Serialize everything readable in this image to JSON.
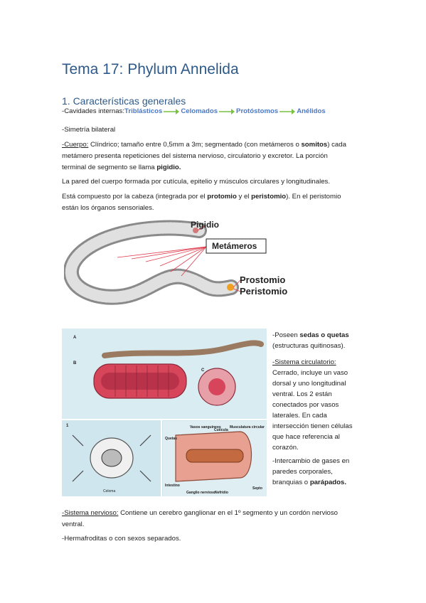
{
  "title": "Tema 17: Phylum Annelida",
  "section": "1. Características generales",
  "cavidades": {
    "label": "-Cavidades internas: ",
    "steps": [
      "Triblásticos",
      "Celomados",
      "Protóstomos",
      "Anélidos"
    ]
  },
  "simetria": "-Simetría bilateral",
  "cuerpo": {
    "label": "-Cuerpo:",
    "t1": " Clíndrico; tamaño entre 0,5mm a 3m; segmentado (con metámeros o ",
    "b1": "somitos",
    "t2": ") cada",
    "line2": "metámero presenta repeticiones del sistema nervioso, circulatorio y excretor. La porción",
    "line3a": "terminal de segmento se llama ",
    "b2": "pigidio."
  },
  "pared": "La pared del cuerpo formada por cutícula, epitelio y músculos circulares y longitudinales.",
  "cabeza": {
    "t1": "Está compuesto por la cabeza (integrada por el ",
    "b1": "protomio",
    "t2": " y el ",
    "b2": "peristomio",
    "t3": "). En el peristomio",
    "line2": "están los órganos sensoriales."
  },
  "fig1_labels": {
    "pigidio": "Pigidio",
    "metameros": "Metámeros",
    "prostomio": "Prostomio",
    "peristomio": "Peristomio"
  },
  "fig2_labels": {
    "a": "A",
    "b": "B",
    "c": "C",
    "one": "1",
    "quetas": "Quetas",
    "intestino": "Intestino",
    "nefridio": "Nefridio",
    "septo": "Septo",
    "vasos": "Vasos sanguíneos",
    "musculatura": "Musculatura circular",
    "cuticula": "Cutícula",
    "ganglio": "Ganglio nervioso",
    "celoma": "Celoma"
  },
  "side": {
    "s1a": "-Poseen ",
    "s1b": "sedas o quetas",
    "s1c": "(estructuras quitinosas).",
    "circ_label": "-Sistema circulatorio:",
    "circ_lines": [
      "Cerrado, incluye un vaso",
      "dorsal y uno longitudinal",
      "ventral. Los 2 están",
      "conectados por vasos",
      "laterales. En cada",
      "intersección tienen células",
      "que hace referencia al",
      "corazón."
    ],
    "gas_lines": [
      "-Intercambio de gases en",
      "paredes corporales,"
    ],
    "gas_last_a": "branquias o ",
    "gas_last_b": "parápados."
  },
  "nervioso": {
    "label": "-Sistema nervioso:",
    "t1": " Contiene un cerebro ganglionar en el 1º segmento y un cordón nervioso",
    "line2": "ventral."
  },
  "herma": "-Hermafroditas o con sexos separados."
}
